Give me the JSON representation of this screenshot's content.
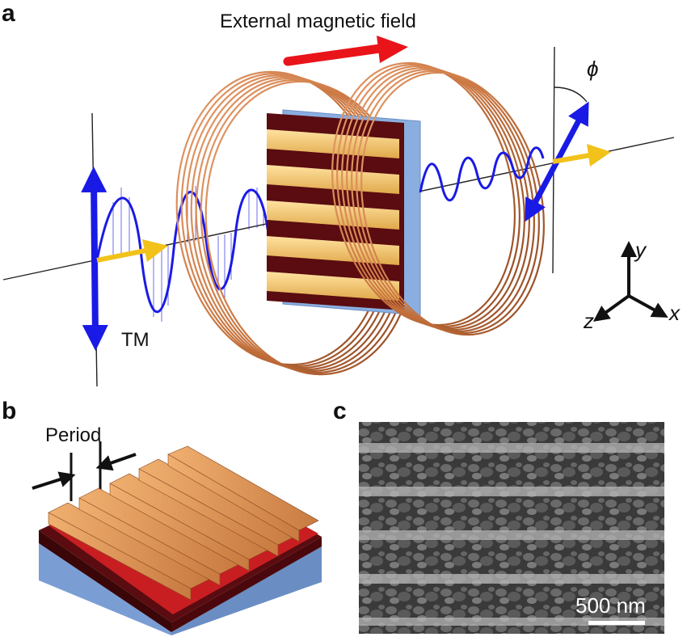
{
  "panels": {
    "a": {
      "letter": "a",
      "field_label": "External magnetic field",
      "angle_label": "ϕ",
      "polarization_label": "TM",
      "axes": {
        "y": "y",
        "z": "z",
        "x": "x"
      }
    },
    "b": {
      "letter": "b",
      "period_label": "Period"
    },
    "c": {
      "letter": "c",
      "scale_bar_label": "500 nm"
    }
  },
  "colors": {
    "coil": "#c8743e",
    "field_arrow": "#e8141a",
    "wave": "#1a1ae6",
    "poynting_arrow": "#f2c21a",
    "gold": "#f5c96a",
    "dark_layer": "#5a0c10",
    "substrate": "#8aaee0"
  }
}
